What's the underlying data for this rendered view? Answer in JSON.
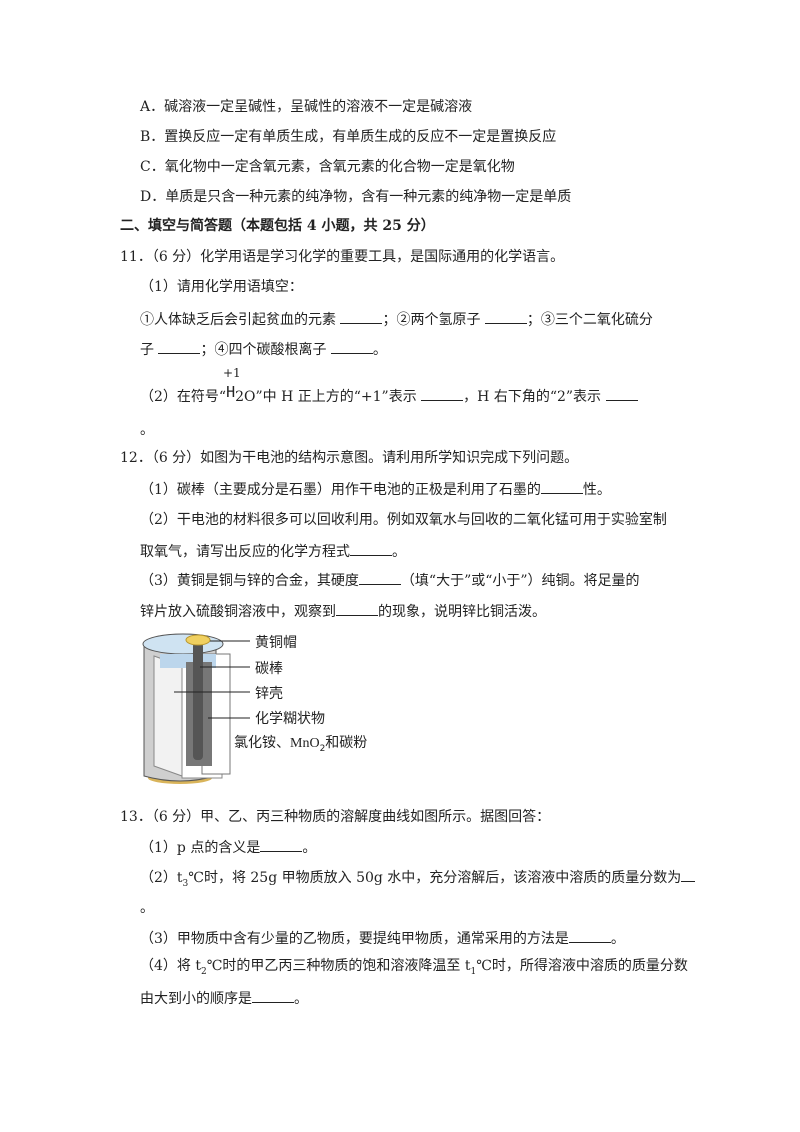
{
  "options": {
    "a": "A．碱溶液一定呈碱性，呈碱性的溶液不一定是碱溶液",
    "b": "B．置换反应一定有单质生成，有单质生成的反应不一定是置换反应",
    "c": "C．氧化物中一定含氧元素，含氧元素的化合物一定是氧化物",
    "d": "D．单质是只含一种元素的纯净物，含有一种元素的纯净物一定是单质"
  },
  "section": "二、填空与简答题（本题包括 4 小题，共 25 分）",
  "q11": {
    "stem": "11．（6 分）化学用语是学习化学的重要工具，是国际通用的化学语言。",
    "p1": "（1）请用化学用语填空：",
    "l1a": "①人体缺乏后会引起贫血的元素 ",
    "l1b": "；②两个氢原子 ",
    "l1c": "；③三个二氧化硫分",
    "l2a": "子 ",
    "l2b": "；④四个碳酸根离子 ",
    "l2c": "。",
    "sup": "+1",
    "p2a": "（2）在符号“",
    "sym_h": "H",
    "sym_rest": "2O",
    "p2b": "”中 H 正上方的“+1”表示 ",
    "p2c": "，H 右下角的“2”表示 ",
    "end": "。"
  },
  "q12": {
    "stem": "12．（6 分）如图为干电池的结构示意图。请利用所学知识完成下列问题。",
    "p1a": "（1）碳棒（主要成分是石墨）用作干电池的正极是利用了石墨的",
    "p1b": "性。",
    "p2": "（2）干电池的材料很多可以回收利用。例如双氧水与回收的二氧化锰可用于实验室制",
    "p2ca": "取氧气，请写出反应的化学方程式",
    "p2cb": "。",
    "p3a": "（3）黄铜是铜与锌的合金，其硬度",
    "p3b": "（填“大于”或“小于”）纯铜。将足量的",
    "p3ca": "锌片放入硫酸铜溶液中，观察到",
    "p3cb": "的现象，说明锌比铜活泼。",
    "figure": {
      "labels": [
        "黄铜帽",
        "碳棒",
        "锌壳",
        "化学糊状物"
      ],
      "content_a": "氯化铵、",
      "content_b": "MnO",
      "content_sub": "2",
      "content_c": "和碳粉"
    }
  },
  "q13": {
    "stem": "13．（6 分）甲、乙、丙三种物质的溶解度曲线如图所示。据图回答：",
    "p1a": "（1）p 点的含义是",
    "p1b": "。",
    "p2a": "（2）t",
    "p2sub": "3",
    "p2b": "℃时，将 25g 甲物质放入 50g 水中，充分溶解后，该溶液中溶质的质量分数为",
    "p2end": "。",
    "p3a": "（3）甲物质中含有少量的乙物质，要提纯甲物质，通常采用的方法是",
    "p3b": "。",
    "p4a": "（4）将 t",
    "p4sub1": "2",
    "p4b": "℃时的甲乙丙三种物质的饱和溶液降温至 t",
    "p4sub2": "1",
    "p4c": "℃时，所得溶液中溶质的质量分数",
    "p4da": "由大到小的顺序是",
    "p4db": "。"
  }
}
